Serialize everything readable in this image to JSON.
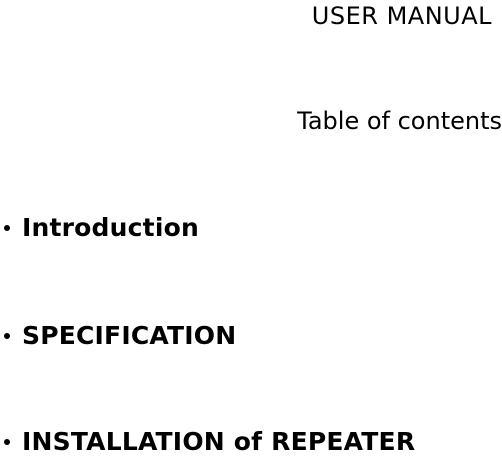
{
  "document": {
    "title": "USER MANUAL",
    "toc_heading": "Table of contents",
    "toc_items": [
      {
        "label": "Introduction"
      },
      {
        "label": "SPECIFICATION"
      },
      {
        "label": "INSTALLATION of REPEATER"
      }
    ]
  }
}
